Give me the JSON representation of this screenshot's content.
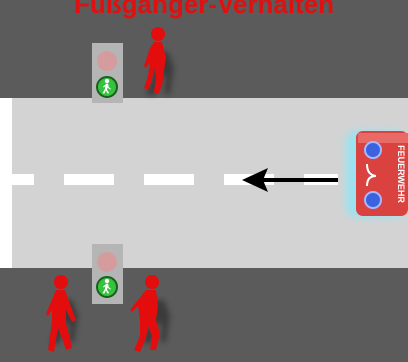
{
  "scene": {
    "title": "Fußgänger-Verhalten",
    "truck_label": "FEUERWEHR",
    "colors": {
      "title": "#e01010",
      "sidewalk": "#5b5b5b",
      "road": "#d3d3d3",
      "pedestrian": "#e30d0d",
      "signal_green": "#35c23c",
      "signal_red_off": "#d49c9c",
      "truck_red": "#d9423f",
      "siren_blue": "#3b63e0",
      "siren_glow": "#8fe6f6"
    },
    "traffic_lights": [
      {
        "id": "top",
        "red": false,
        "green": true,
        "icon": "walking-pedestrian-icon"
      },
      {
        "id": "bottom",
        "red": false,
        "green": true,
        "icon": "walking-pedestrian-icon"
      }
    ],
    "pedestrians": [
      {
        "id": "top-right-of-light",
        "icon": "pedestrian-icon"
      },
      {
        "id": "bottom-left",
        "icon": "pedestrian-icon"
      },
      {
        "id": "bottom-right",
        "icon": "pedestrian-icon"
      }
    ],
    "direction_arrow": "left-arrow-icon"
  }
}
